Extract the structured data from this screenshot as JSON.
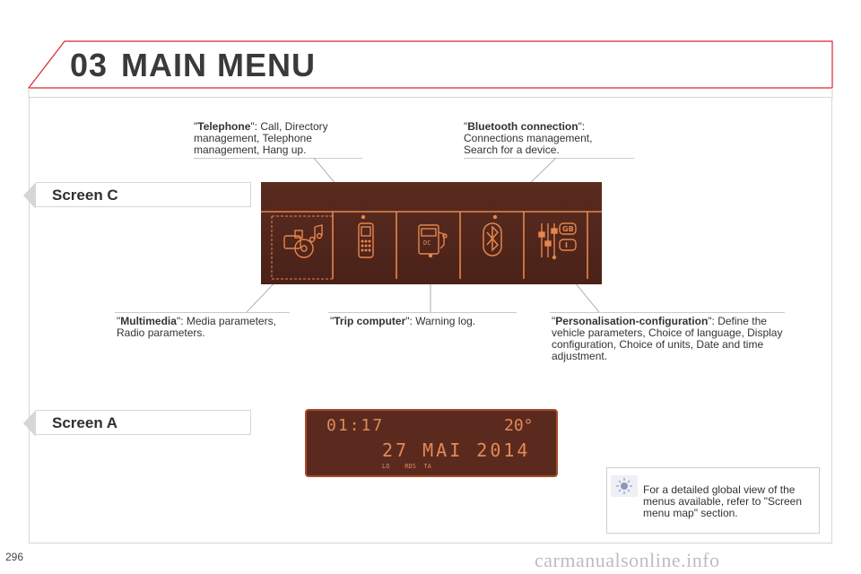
{
  "header": {
    "number": "03",
    "title": "MAIN MENU"
  },
  "screens": {
    "c_label": "Screen C",
    "a_label": "Screen A"
  },
  "callouts": {
    "telephone": {
      "name": "Telephone",
      "text": ": Call, Directory management, Telephone management, Hang up."
    },
    "bluetooth": {
      "name": "Bluetooth connection",
      "text": ": Connections management, Search for a device."
    },
    "multimedia": {
      "name": "Multimedia",
      "text": ": Media parameters, Radio parameters."
    },
    "trip": {
      "name": "Trip computer",
      "text": ": Warning log."
    },
    "personalisation": {
      "name": "Personalisation-configuration",
      "text": ": Define the vehicle parameters, Choice of language, Display configuration, Choice of units, Date and time adjustment."
    }
  },
  "screen_a": {
    "time": "01:17",
    "temp": "20°",
    "date": "27 MAI 2014",
    "flags": "LO    RDS  TA"
  },
  "screen_c_icons": [
    "multimedia-icon",
    "telephone-icon",
    "trip-computer-icon",
    "bluetooth-icon",
    "personalisation-icon"
  ],
  "screen_c_badges": {
    "gb": "GB",
    "i": "I",
    "dc": "DC"
  },
  "tip": {
    "text": "For a detailed global view of the menus available, refer to \"Screen menu map\" section."
  },
  "page_number": "296",
  "watermark": "carmanualsonline.info",
  "colors": {
    "accent": "#d9272e",
    "lcd_bg": "#5a2b1f",
    "lcd_fg": "#e28a57"
  }
}
